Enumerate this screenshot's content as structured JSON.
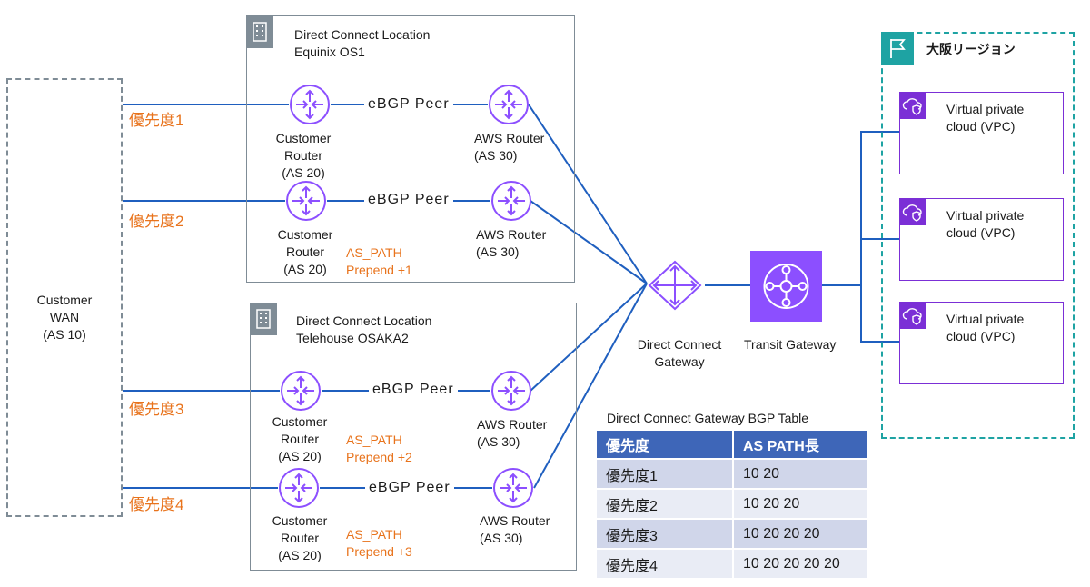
{
  "customer_wan": {
    "line1": "Customer",
    "line2": "WAN",
    "line3": "(AS 10)"
  },
  "priorities": [
    "優先度1",
    "優先度2",
    "優先度3",
    "優先度4"
  ],
  "locations": [
    {
      "name": "Direct Connect Location",
      "site": "Equinix OS1"
    },
    {
      "name": "Direct Connect Location",
      "site": "Telehouse OSAKA2"
    }
  ],
  "peer_label": "eBGP Peer",
  "customer_router": {
    "line1": "Customer",
    "line2": "Router",
    "line3": "(AS 20)"
  },
  "aws_router": {
    "line1": "AWS Router",
    "line2": "(AS 30)"
  },
  "prepends": [
    {
      "line1": "AS_PATH",
      "line2": "Prepend +1"
    },
    {
      "line1": "AS_PATH",
      "line2": "Prepend +2"
    },
    {
      "line1": "AS_PATH",
      "line2": "Prepend +3"
    }
  ],
  "dx_gateway": {
    "line1": "Direct Connect",
    "line2": "Gateway"
  },
  "transit_gateway": {
    "label": "Transit Gateway"
  },
  "region": {
    "name": "大阪リージョン"
  },
  "vpc": {
    "line1": "Virtual private",
    "line2": "cloud (VPC)"
  },
  "bgp_table": {
    "title": "Direct Connect Gateway BGP Table",
    "headers": [
      "優先度",
      "AS PATH長"
    ],
    "rows": [
      [
        "優先度1",
        "10 20"
      ],
      [
        "優先度2",
        "10 20 20"
      ],
      [
        "優先度3",
        "10 20 20 20"
      ],
      [
        "優先度4",
        "10 20 20 20 20"
      ]
    ]
  },
  "colors": {
    "link": "#1f5fbf",
    "router": "#8c4fff",
    "accent_orange": "#e8731c",
    "tgw": "#8c4fff",
    "region": "#1ea3a3",
    "table_header": "#3e66b8"
  }
}
